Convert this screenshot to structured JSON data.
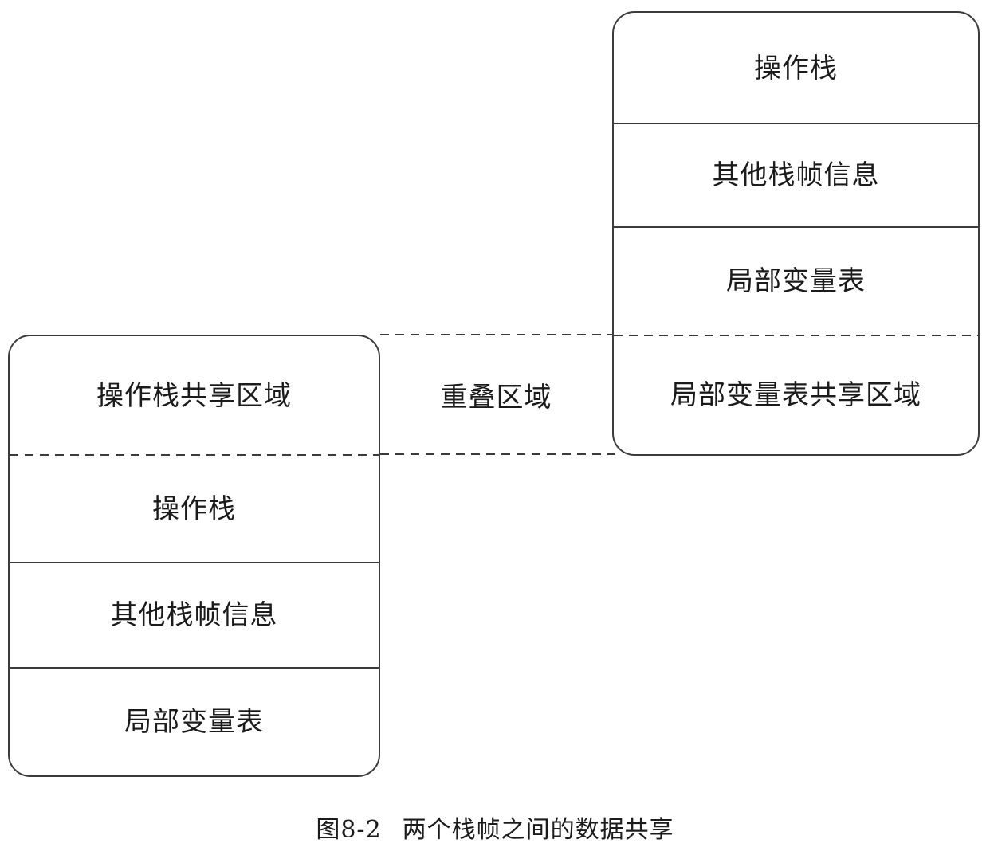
{
  "diagram": {
    "frame_top": {
      "sections": [
        {
          "label": "操作栈"
        },
        {
          "label": "其他栈帧信息"
        },
        {
          "label": "局部变量表"
        },
        {
          "label": "局部变量表共享区域"
        }
      ]
    },
    "frame_bottom": {
      "sections": [
        {
          "label": "操作栈共享区域"
        },
        {
          "label": "操作栈"
        },
        {
          "label": "其他栈帧信息"
        },
        {
          "label": "局部变量表"
        }
      ]
    },
    "overlap_label": "重叠区域",
    "caption": {
      "number": "图8-2",
      "title": "两个栈帧之间的数据共享"
    },
    "colors": {
      "line": "#3c3c3c",
      "text": "#1b1b1b",
      "background": "#ffffff"
    }
  }
}
